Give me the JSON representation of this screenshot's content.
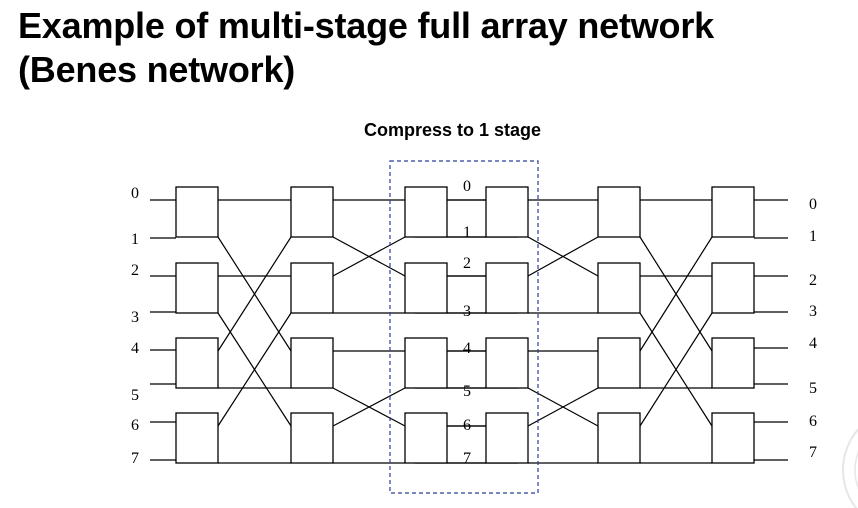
{
  "title": {
    "line1": "Example of multi-stage full array network",
    "line2": "(Benes network)"
  },
  "caption": "Compress to 1 stage",
  "input_labels": [
    "0",
    "1",
    "2",
    "3",
    "4",
    "5",
    "6",
    "7"
  ],
  "middle_labels": [
    "0",
    "1",
    "2",
    "3",
    "4",
    "5",
    "6",
    "7"
  ],
  "output_labels": [
    "0",
    "1",
    "2",
    "3",
    "4",
    "5",
    "6",
    "7"
  ],
  "colors": {
    "dashed_box": "#2a3f9e",
    "lines": "#000000",
    "watermark": "#e6e6e6"
  }
}
